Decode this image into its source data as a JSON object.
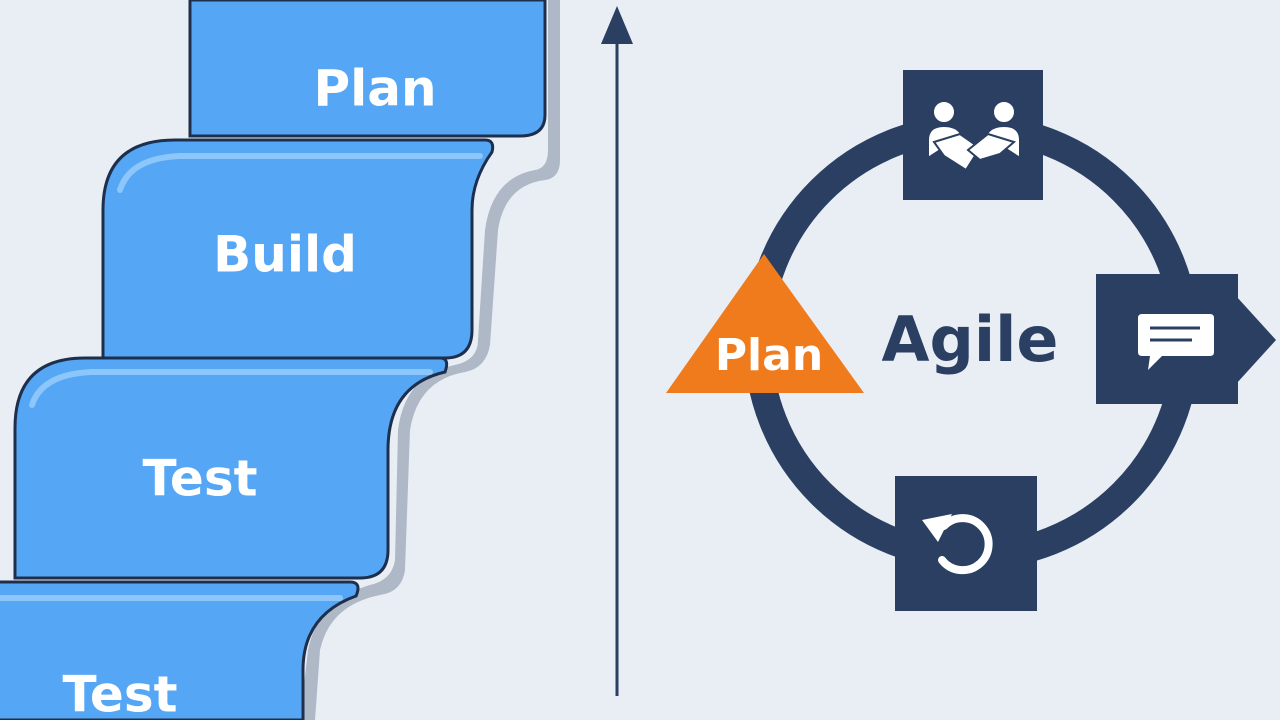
{
  "waterfall": {
    "steps": [
      {
        "label": "Plan"
      },
      {
        "label": "Build"
      },
      {
        "label": "Test"
      },
      {
        "label": "Test"
      }
    ]
  },
  "agile": {
    "title": "Agile",
    "phase_label": "Plan",
    "icons": {
      "top": "handshake-icon",
      "right": "chat-icon",
      "bottom": "refresh-icon"
    }
  },
  "colors": {
    "background": "#e9eef5",
    "step_fill": "#55a7f5",
    "step_outline": "#1e2f4d",
    "step_shadow": "#aeb8c6",
    "dark_navy": "#2a3f62",
    "accent_orange": "#f07b1c"
  }
}
